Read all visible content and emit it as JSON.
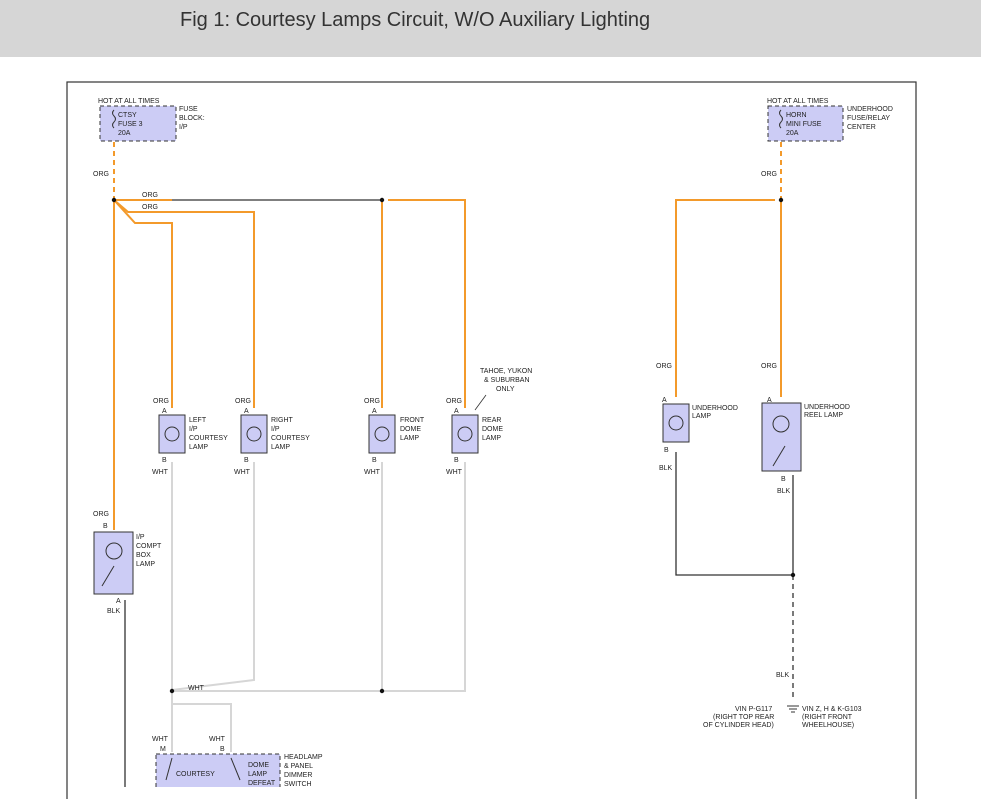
{
  "header": {
    "title": "Fig 1: Courtesy Lamps Circuit, W/O Auxiliary Lighting"
  },
  "colors": {
    "org": "#f39a2b",
    "wht": "#d8d8d8",
    "blk": "#333333",
    "component_fill": "#ccccf5",
    "header_bg": "#d6d6d6"
  },
  "wire_labels": {
    "org": "ORG",
    "wht": "WHT",
    "blk": "BLK"
  },
  "pins": {
    "a": "A",
    "b": "B",
    "m": "M"
  },
  "fuses": {
    "left": {
      "supply": "HOT AT ALL TIMES",
      "lines": [
        "CTSY",
        "FUSE 3",
        "20A"
      ],
      "block_lines": [
        "FUSE",
        "BLOCK:",
        "I/P"
      ]
    },
    "right": {
      "supply": "HOT AT ALL TIMES",
      "lines": [
        "HORN",
        "MINI FUSE",
        "20A"
      ],
      "block_lines": [
        "UNDERHOOD",
        "FUSE/RELAY",
        "CENTER"
      ]
    }
  },
  "lamps": {
    "left_ip": [
      "LEFT",
      "I/P",
      "COURTESY",
      "LAMP"
    ],
    "right_ip": [
      "RIGHT",
      "I/P",
      "COURTESY",
      "LAMP"
    ],
    "front_dome": [
      "FRONT",
      "DOME",
      "LAMP"
    ],
    "rear_dome": [
      "REAR",
      "DOME",
      "LAMP"
    ],
    "rear_dome_note": [
      "TAHOE, YUKON",
      "& SUBURBAN",
      "ONLY"
    ],
    "ip_compt": [
      "I/P",
      "COMPT",
      "BOX",
      "LAMP"
    ],
    "underhood": [
      "UNDERHOOD",
      "LAMP"
    ],
    "underhood_reel": [
      "UNDERHOOD",
      "REEL LAMP"
    ]
  },
  "switch": {
    "courtesy": "COURTESY",
    "dome_defeat": [
      "DOME",
      "LAMP",
      "DEFEAT"
    ],
    "label": [
      "HEADLAMP",
      "& PANEL",
      "DIMMER",
      "SWITCH"
    ]
  },
  "grounds": {
    "left": [
      "VIN P-G117",
      "(RIGHT TOP REAR",
      "OF CYLINDER HEAD)"
    ],
    "right": [
      "VIN Z, H & K-G103",
      "(RIGHT FRONT",
      "WHEELHOUSE)"
    ]
  }
}
